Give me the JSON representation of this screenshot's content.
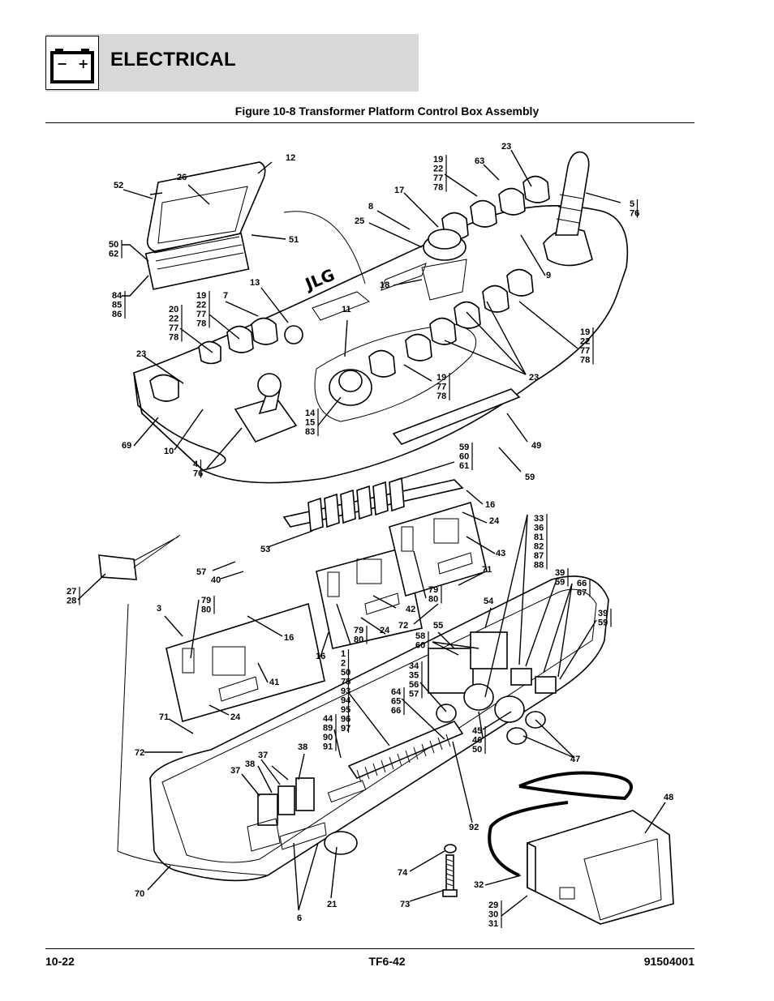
{
  "header": {
    "section_title": "ELECTRICAL",
    "icon": "battery-icon",
    "icon_minus": "−",
    "icon_plus": "+"
  },
  "figure": {
    "title": "Figure 10-8 Transformer Platform Control Box Assembly",
    "callouts": [
      {
        "id": "c12",
        "lines": [
          "12"
        ]
      },
      {
        "id": "c26",
        "lines": [
          "26"
        ]
      },
      {
        "id": "c52",
        "lines": [
          "52"
        ]
      },
      {
        "id": "c50",
        "lines": [
          "50",
          "62"
        ]
      },
      {
        "id": "c51",
        "lines": [
          "51"
        ]
      },
      {
        "id": "c84",
        "lines": [
          "84",
          "85",
          "86"
        ]
      },
      {
        "id": "c13",
        "lines": [
          "13"
        ]
      },
      {
        "id": "c7",
        "lines": [
          "7"
        ]
      },
      {
        "id": "c19a",
        "lines": [
          "19",
          "22",
          "77",
          "78"
        ]
      },
      {
        "id": "c20",
        "lines": [
          "20",
          "22",
          "77",
          "78"
        ]
      },
      {
        "id": "c23a",
        "lines": [
          "23"
        ]
      },
      {
        "id": "c69",
        "lines": [
          "69"
        ]
      },
      {
        "id": "c10",
        "lines": [
          "10"
        ]
      },
      {
        "id": "c4",
        "lines": [
          "4",
          "76"
        ]
      },
      {
        "id": "c8",
        "lines": [
          "8"
        ]
      },
      {
        "id": "c25",
        "lines": [
          "25"
        ]
      },
      {
        "id": "c17",
        "lines": [
          "17"
        ]
      },
      {
        "id": "c19b",
        "lines": [
          "19",
          "22",
          "77",
          "78"
        ]
      },
      {
        "id": "c63",
        "lines": [
          "63"
        ]
      },
      {
        "id": "c23b",
        "lines": [
          "23"
        ]
      },
      {
        "id": "c5",
        "lines": [
          "5",
          "76"
        ]
      },
      {
        "id": "c9",
        "lines": [
          "9"
        ]
      },
      {
        "id": "c18",
        "lines": [
          "18"
        ]
      },
      {
        "id": "c11",
        "lines": [
          "11"
        ]
      },
      {
        "id": "c19c",
        "lines": [
          "19",
          "22",
          "77",
          "78"
        ]
      },
      {
        "id": "c23c",
        "lines": [
          "23"
        ]
      },
      {
        "id": "c19d",
        "lines": [
          "19",
          "77",
          "78"
        ]
      },
      {
        "id": "c14",
        "lines": [
          "14",
          "15",
          "83"
        ]
      },
      {
        "id": "c49",
        "lines": [
          "49"
        ]
      },
      {
        "id": "c59a",
        "lines": [
          "59"
        ]
      },
      {
        "id": "c59b",
        "lines": [
          "59",
          "60",
          "61"
        ]
      },
      {
        "id": "c16a",
        "lines": [
          "16"
        ]
      },
      {
        "id": "c24a",
        "lines": [
          "24"
        ]
      },
      {
        "id": "c53",
        "lines": [
          "53"
        ]
      },
      {
        "id": "c43",
        "lines": [
          "43"
        ]
      },
      {
        "id": "c33",
        "lines": [
          "33",
          "36",
          "81",
          "82",
          "87",
          "88"
        ]
      },
      {
        "id": "c57",
        "lines": [
          "57"
        ]
      },
      {
        "id": "c40",
        "lines": [
          "40"
        ]
      },
      {
        "id": "c27",
        "lines": [
          "27",
          "28"
        ]
      },
      {
        "id": "c71a",
        "lines": [
          "71"
        ]
      },
      {
        "id": "c79a",
        "lines": [
          "79",
          "80"
        ]
      },
      {
        "id": "c42",
        "lines": [
          "42"
        ]
      },
      {
        "id": "c39a",
        "lines": [
          "39",
          "59"
        ]
      },
      {
        "id": "c66",
        "lines": [
          "66",
          "67"
        ]
      },
      {
        "id": "c3",
        "lines": [
          "3"
        ]
      },
      {
        "id": "c79b",
        "lines": [
          "79",
          "80"
        ]
      },
      {
        "id": "c72a",
        "lines": [
          "72"
        ]
      },
      {
        "id": "c54",
        "lines": [
          "54"
        ]
      },
      {
        "id": "c39b",
        "lines": [
          "39",
          "59"
        ]
      },
      {
        "id": "c16b",
        "lines": [
          "16"
        ]
      },
      {
        "id": "c24b",
        "lines": [
          "24"
        ]
      },
      {
        "id": "c55",
        "lines": [
          "55"
        ]
      },
      {
        "id": "c58",
        "lines": [
          "58",
          "60"
        ]
      },
      {
        "id": "c16c",
        "lines": [
          "16"
        ]
      },
      {
        "id": "c79c",
        "lines": [
          "79",
          "80"
        ]
      },
      {
        "id": "c41",
        "lines": [
          "41"
        ]
      },
      {
        "id": "c1",
        "lines": [
          "1",
          "2",
          "50",
          "75",
          "93",
          "94",
          "95",
          "96",
          "97"
        ]
      },
      {
        "id": "c34",
        "lines": [
          "34",
          "35",
          "56",
          "57"
        ]
      },
      {
        "id": "c64",
        "lines": [
          "64",
          "65",
          "66"
        ]
      },
      {
        "id": "c24c",
        "lines": [
          "24"
        ]
      },
      {
        "id": "c44",
        "lines": [
          "44",
          "89",
          "90",
          "91"
        ]
      },
      {
        "id": "c71b",
        "lines": [
          "71"
        ]
      },
      {
        "id": "c45",
        "lines": [
          "45",
          "46",
          "50"
        ]
      },
      {
        "id": "c47",
        "lines": [
          "47"
        ]
      },
      {
        "id": "c72b",
        "lines": [
          "72"
        ]
      },
      {
        "id": "c37a",
        "lines": [
          "37"
        ]
      },
      {
        "id": "c38a",
        "lines": [
          "38"
        ]
      },
      {
        "id": "c37b",
        "lines": [
          "37"
        ]
      },
      {
        "id": "c38b",
        "lines": [
          "38"
        ]
      },
      {
        "id": "c48",
        "lines": [
          "48"
        ]
      },
      {
        "id": "c92",
        "lines": [
          "92"
        ]
      },
      {
        "id": "c74",
        "lines": [
          "74"
        ]
      },
      {
        "id": "c32",
        "lines": [
          "32"
        ]
      },
      {
        "id": "c70",
        "lines": [
          "70"
        ]
      },
      {
        "id": "c73",
        "lines": [
          "73"
        ]
      },
      {
        "id": "c21",
        "lines": [
          "21"
        ]
      },
      {
        "id": "c29",
        "lines": [
          "29",
          "30",
          "31"
        ]
      },
      {
        "id": "c6",
        "lines": [
          "6"
        ]
      }
    ]
  },
  "footer": {
    "page_number": "10-22",
    "model": "TF6-42",
    "part_number": "91504001"
  }
}
